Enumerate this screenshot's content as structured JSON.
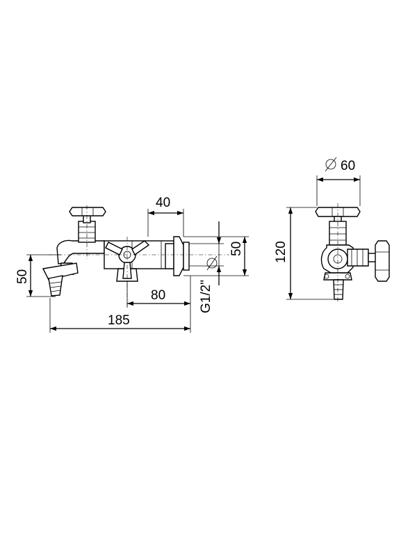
{
  "front_view": {
    "dim_width_total": "185",
    "dim_height_left": "50",
    "dim_offset_top": "40",
    "dim_offset_bottom": "80",
    "dim_flange_height": "50",
    "thread_label": "G1/2\""
  },
  "side_view": {
    "dim_diameter": "60",
    "dim_height": "120"
  }
}
